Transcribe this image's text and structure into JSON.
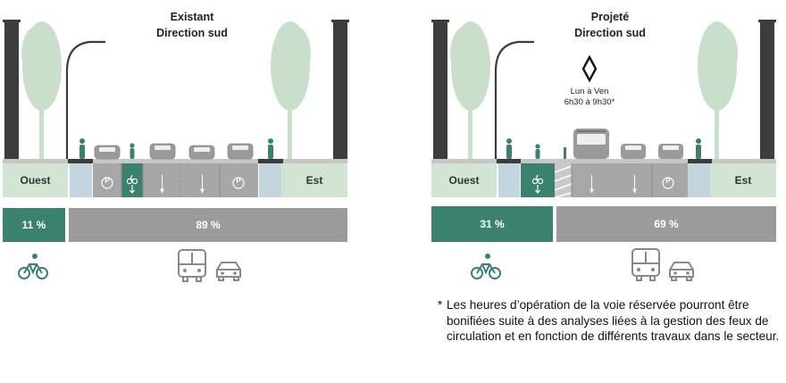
{
  "panels": [
    {
      "title_line1": "Existant",
      "title_line2": "Direction sud",
      "west_label": "Ouest",
      "east_label": "Est",
      "bike_share": "11 %",
      "vehicle_share": "89 %"
    },
    {
      "title_line1": "Projeté",
      "title_line2": "Direction sud",
      "west_label": "Ouest",
      "east_label": "Est",
      "bike_share": "31 %",
      "vehicle_share": "69 %",
      "reserved_hours_line1": "Lun à Ven",
      "reserved_hours_line2": "6h30 à 9h30*"
    }
  ],
  "note": "Les heures d’opération de la voie réservée pourront être bonifiées suite à des analyses liées à la gestion des feux de circulation et en fonction de différents travaux dans le secteur.",
  "note_marker": "*",
  "parking_letter": "P",
  "colors": {
    "bike_green": "#3a8170",
    "vehicle_gray": "#9b9b9b",
    "road_gray": "#a7a7a7",
    "sidewalk_green": "#d2e4d4",
    "sidewalk_blue": "#c3d6df",
    "tree": "#c9dfcb",
    "building": "#3c3c3c"
  }
}
